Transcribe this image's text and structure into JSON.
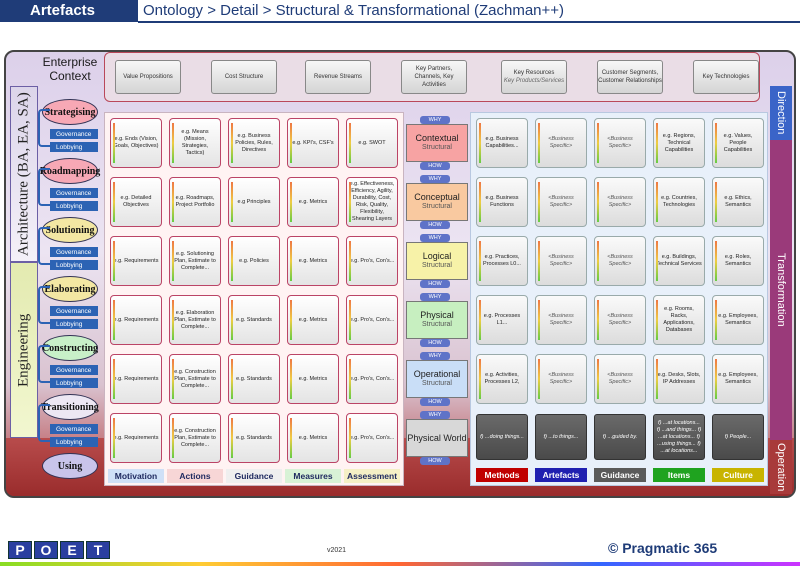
{
  "header": {
    "tag": "Artefacts",
    "breadcrumb": "Ontology > Detail > Structural & Transformational (Zachman++)"
  },
  "context": {
    "label": "Enterprise Context",
    "items": [
      "Value Propositions",
      "Cost Structure",
      "Revenue Streams",
      "Key Partners, Channels, Key Activities",
      "Key Resources",
      "Customer Segments, Customer Relationships",
      "Key Technologies"
    ],
    "sub_resources": "Key Products/Services"
  },
  "left_bars": {
    "architecture": "Architecture (BA, EA, SA)",
    "engineering": "Engineering"
  },
  "stages": [
    "Strategising",
    "Roadmapping",
    "Solutioning",
    "Elaborating",
    "Constructing",
    "Transitioning",
    "Using"
  ],
  "governance": "Governance",
  "lobbying": "Lobbying",
  "left_cols": [
    "Motivation",
    "Actions",
    "Guidance",
    "Measures",
    "Assessment"
  ],
  "left_rows": [
    [
      "e.g. Ends (Vision, Goals, Objectives)",
      "e.g. Means (Mission, Strategies, Tactics)",
      "e.g. Business Policies, Rules, Directives",
      "e.g. KPI's, CSF's",
      "e.g. SWOT"
    ],
    [
      "e.g. Detailed Objectives",
      "e.g. Roadmaps, Project Portfolio",
      "e.g Principles",
      "e.g. Metrics",
      "e.g. Effectiveness, Efficiency, Agility, Durability, Cost, Risk, Quality, Flexibility, Shearing Layers"
    ],
    [
      "e.g. Requirements",
      "e.g. Solutioning Plan, Estimate to Complete...",
      "e.g. Policies",
      "e.g. Metrics",
      "e.g. Pro's, Con's..."
    ],
    [
      "e.g. Requirements",
      "e.g. Elaboration Plan, Estimate to Complete...",
      "e.g. Standards",
      "e.g. Metrics",
      "e.g. Pro's, Con's..."
    ],
    [
      "e.g. Requirements",
      "e.g. Construction Plan, Estimate to Complete...",
      "e.g. Standards",
      "e.g. Metrics",
      "e.g. Pro's, Con's..."
    ],
    [
      "e.g. Requirements",
      "e.g. Construction Plan, Estimate to Complete...",
      "e.g. Standards",
      "e.g. Metrics",
      "e.g. Pro's, Con's..."
    ]
  ],
  "mid": {
    "why": "WHY",
    "how": "HOW",
    "structural": "Structural",
    "levels": [
      "Contextual",
      "Conceptual",
      "Logical",
      "Physical",
      "Operational",
      "Physical World"
    ]
  },
  "right_cols": [
    "Methods",
    "Artefacts",
    "Guidance",
    "Items",
    "Culture"
  ],
  "right_rows": [
    [
      "e.g. Business Capabilities...",
      "<Business Specific>",
      "<Business Specific>",
      "e.g. Regions, Technical Capabilities",
      "e.g. Values, People Capabilities"
    ],
    [
      "e.g. Business Functions",
      "<Business Specific>",
      "<Business Specific>",
      "e.g. Countries, Technologies",
      "e.g. Ethics, Semantics"
    ],
    [
      "e.g. Practices, Processes L0...",
      "<Business Specific>",
      "<Business Specific>",
      "e.g. Buildings, Technical Services",
      "e.g. Roles, Semantics"
    ],
    [
      "e.g. Processes L1...",
      "<Business Specific>",
      "<Business Specific>",
      "e.g. Rooms, Racks, Applications, Databases",
      "e.g. Employees, Semantics"
    ],
    [
      "e.g. Activities, Processes L2,",
      "<Business Specific>",
      "<Business Specific>",
      "e.g. Desks, Slots, IP Addresses",
      "e.g. Employees, Semantics"
    ]
  ],
  "world_row": [
    "f) ...doing things...",
    "f) ...to things...",
    "f) ...guided by.",
    "f) ...at locations... f) ...and things... f) ...at locations... f) ...using things... f) ...at locations...",
    "f) People..."
  ],
  "right_bars": {
    "direction": "Direction",
    "transformation": "Transformation",
    "operation": "Operation"
  },
  "footer": {
    "logo": [
      "P",
      "O",
      "E",
      "T"
    ],
    "version": "v2021",
    "brand": "© Pragmatic 365"
  },
  "colors": {
    "navy": "#1f3c78",
    "motivation": "#cfe0f7",
    "actions": "#f7d6d6",
    "guidance": "#efefef",
    "measures": "#d8f2d6",
    "assessment": "#f5f0c6",
    "methods": "#c00000",
    "artefacts": "#2020b0",
    "rguidance": "#5a5a5a",
    "items": "#1fa31f",
    "culture": "#c8b400"
  }
}
